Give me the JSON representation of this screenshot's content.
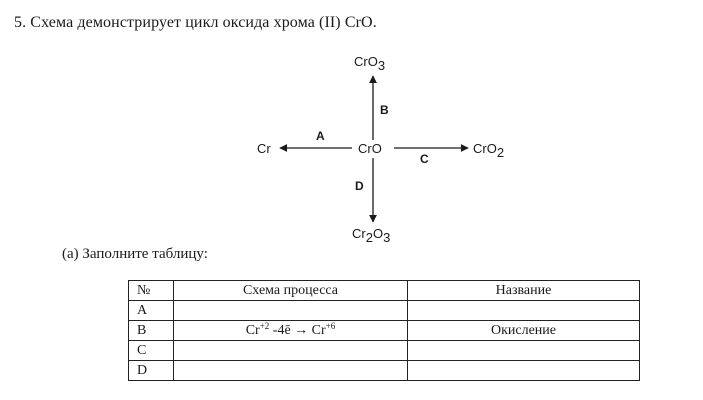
{
  "task": {
    "text": "5. Схема демонстрирует цикл оксида хрома (II) CrO."
  },
  "diagram": {
    "center": "CrO",
    "top": {
      "base": "CrO",
      "sub": "3"
    },
    "left": "Cr",
    "right": {
      "base": "CrO",
      "sub": "2"
    },
    "bottom": {
      "base1": "Cr",
      "sub1": "2",
      "base2": "O",
      "sub2": "3"
    },
    "labels": {
      "A": "A",
      "B": "B",
      "C": "C",
      "D": "D"
    }
  },
  "subtask": {
    "text": "(а) Заполните таблицу:"
  },
  "table": {
    "headers": [
      "№",
      "Схема процесса",
      "Название"
    ],
    "rows": [
      {
        "id": "A",
        "scheme": "",
        "name": ""
      },
      {
        "id": "B",
        "scheme": {
          "left": "Cr",
          "left_sup": "+2",
          "middle": " -4ē → Cr",
          "right_sup": "+6"
        },
        "name": "Окисление"
      },
      {
        "id": "C",
        "scheme": "",
        "name": ""
      },
      {
        "id": "D",
        "scheme": "",
        "name": ""
      }
    ]
  }
}
